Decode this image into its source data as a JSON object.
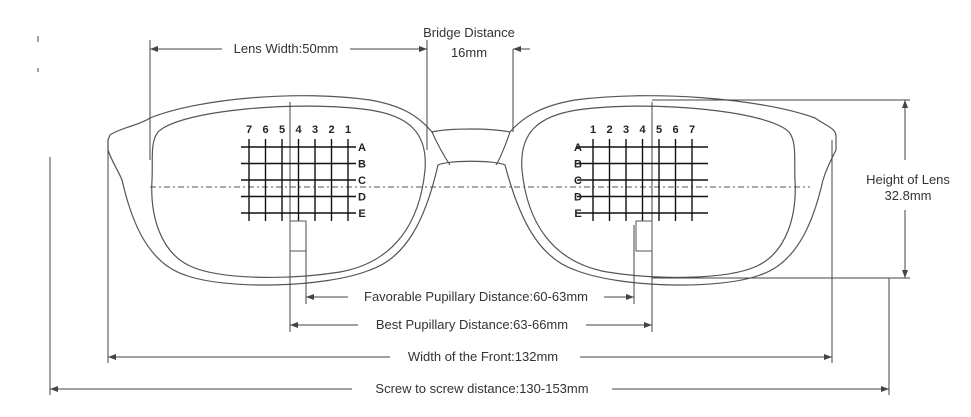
{
  "labels": {
    "lens_width": "Lens Width:50mm",
    "bridge_distance_title": "Bridge Distance",
    "bridge_distance_value": "16mm",
    "height_of_lens_title": "Height of Lens",
    "height_of_lens_value": "32.8mm",
    "favorable_pd": "Favorable Pupillary Distance:60-63mm",
    "best_pd": "Best Pupillary Distance:63-66mm",
    "width_front": "Width of the Front:132mm",
    "screw_distance": "Screw to screw distance:130-153mm"
  },
  "left_grid": {
    "columns": [
      "7",
      "6",
      "5",
      "4",
      "3",
      "2",
      "1"
    ],
    "rows": [
      "A",
      "B",
      "C",
      "D",
      "E"
    ]
  },
  "right_grid": {
    "columns": [
      "1",
      "2",
      "3",
      "4",
      "5",
      "6",
      "7"
    ],
    "rows": [
      "A",
      "B",
      "C",
      "D",
      "E"
    ]
  }
}
